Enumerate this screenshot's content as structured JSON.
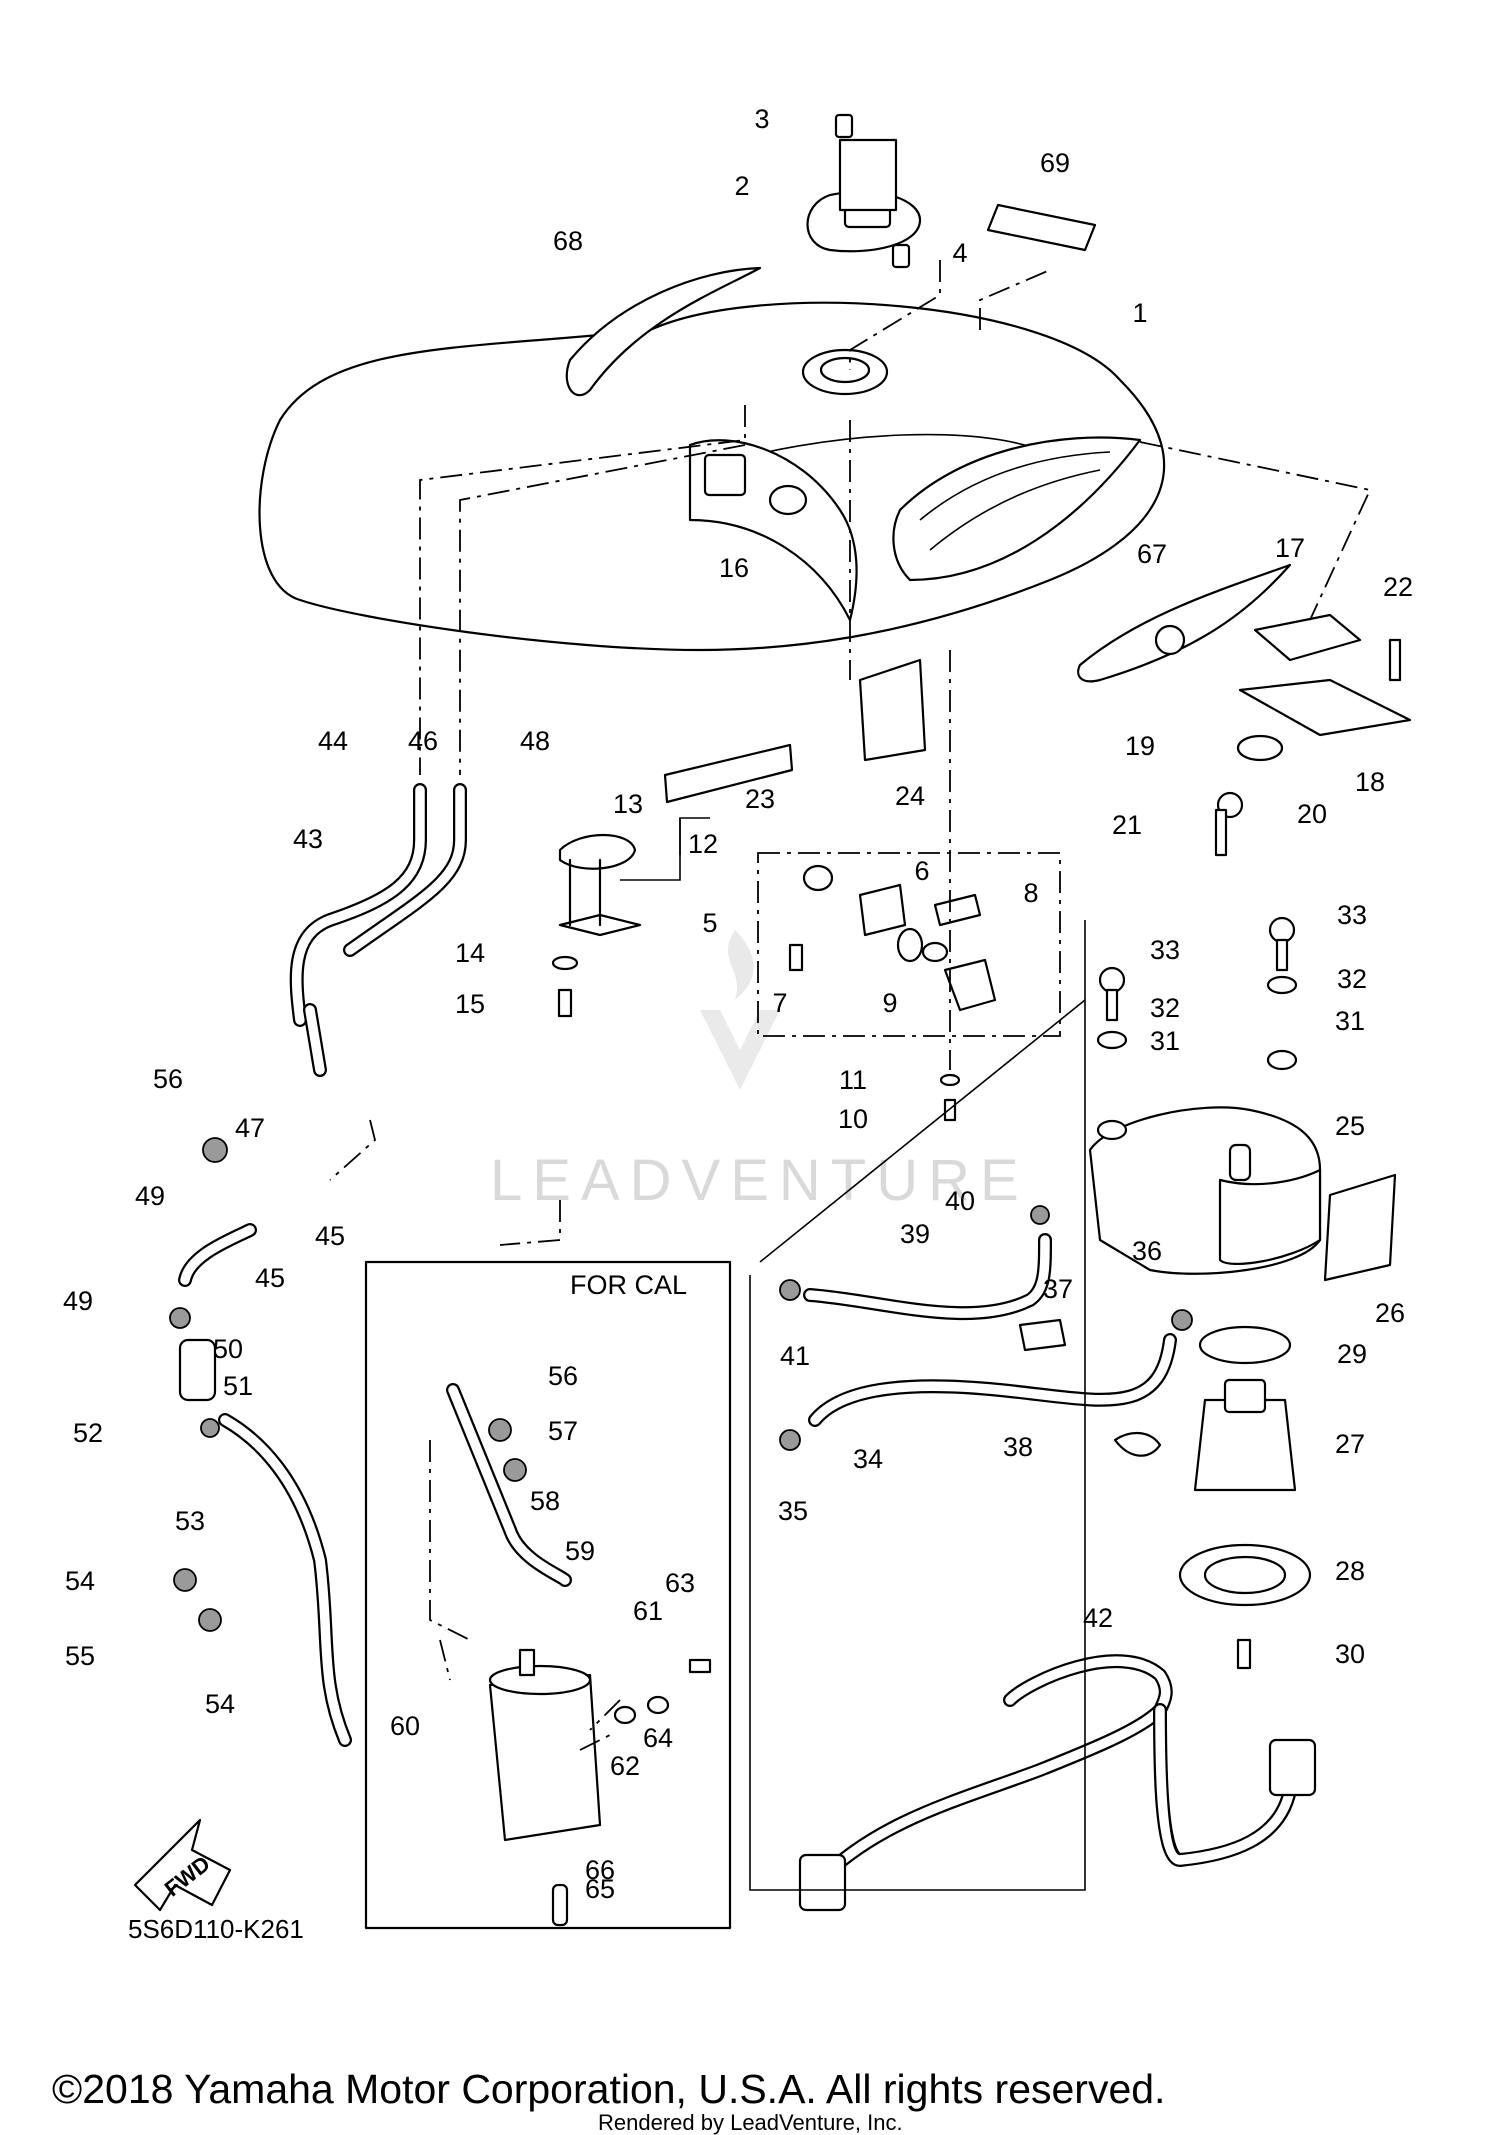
{
  "diagram": {
    "diagram_code": "5S6D110-K261",
    "for_cal_label": "FOR CAL",
    "fwd_label": "FWD",
    "watermark_text": "LEADVENTURE",
    "copyright": "©2018 Yamaha Motor Corporation, U.S.A. All rights reserved.",
    "rendered_by": "Rendered by LeadVenture, Inc.",
    "callouts": [
      "1",
      "2",
      "3",
      "4",
      "5",
      "6",
      "7",
      "8",
      "9",
      "10",
      "11",
      "12",
      "13",
      "14",
      "15",
      "16",
      "17",
      "18",
      "19",
      "20",
      "21",
      "22",
      "23",
      "24",
      "25",
      "26",
      "27",
      "28",
      "29",
      "30",
      "31",
      "31",
      "32",
      "32",
      "33",
      "33",
      "34",
      "35",
      "36",
      "37",
      "38",
      "39",
      "40",
      "41",
      "42",
      "43",
      "44",
      "45",
      "45",
      "46",
      "47",
      "48",
      "49",
      "49",
      "50",
      "51",
      "52",
      "53",
      "54",
      "54",
      "55",
      "56",
      "56",
      "57",
      "58",
      "59",
      "60",
      "61",
      "62",
      "63",
      "64",
      "65",
      "66",
      "67",
      "68",
      "69"
    ]
  },
  "colors": {
    "line": "#000000",
    "watermark": "#d9d9d9",
    "background": "#ffffff"
  }
}
